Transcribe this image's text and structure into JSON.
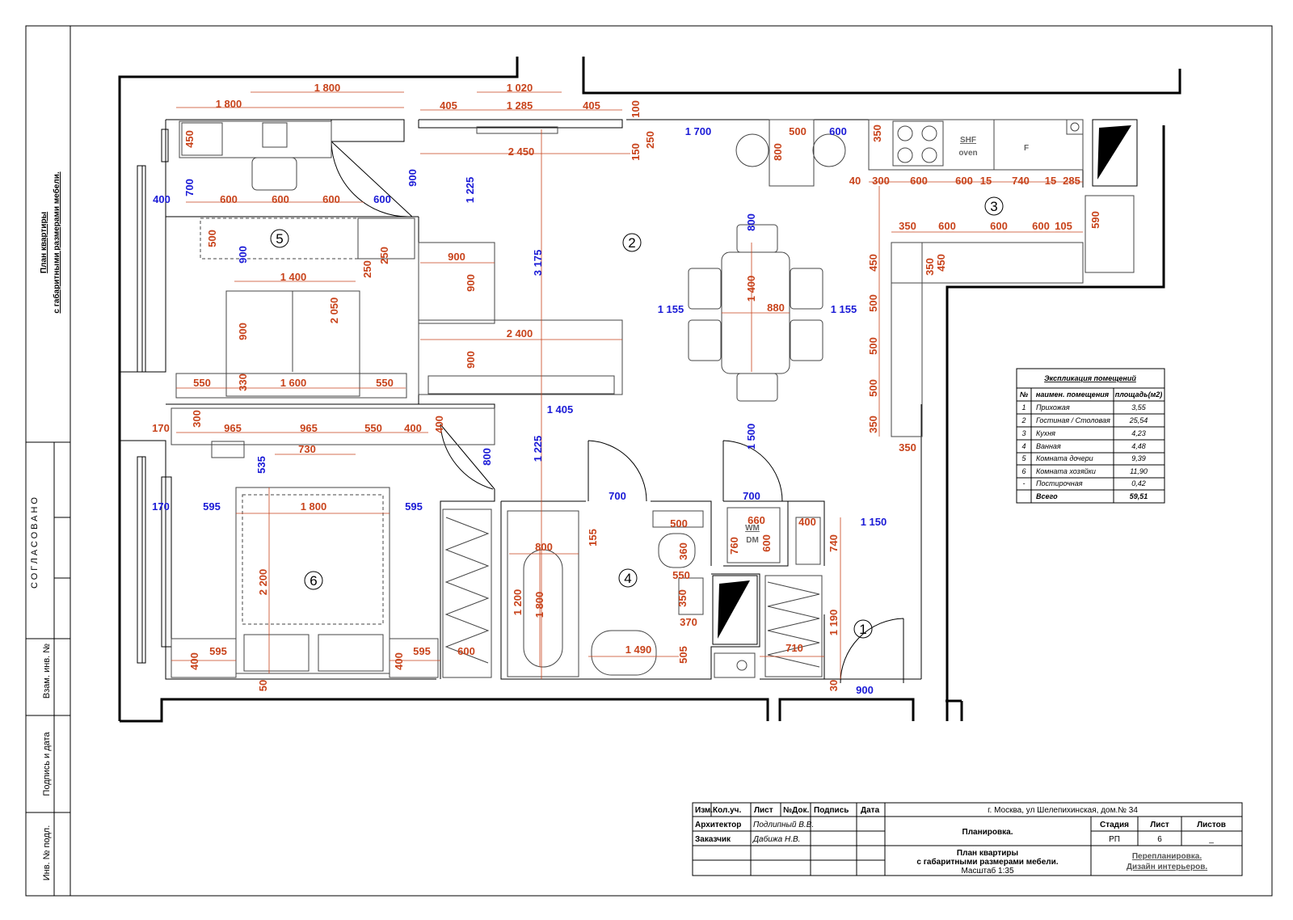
{
  "sheet": {
    "side_title": [
      "План квартиры",
      "с габаритными размерами мебели."
    ],
    "approval_label": "СОГЛАСОВАНО",
    "stamp_labels": [
      "Взам. инв. №",
      "Подпись и дата",
      "Инв. № подл."
    ]
  },
  "rooms": [
    {
      "num": "1"
    },
    {
      "num": "2"
    },
    {
      "num": "3"
    },
    {
      "num": "4"
    },
    {
      "num": "5"
    },
    {
      "num": "6"
    }
  ],
  "appliances": {
    "hob": "SHF",
    "oven": "oven",
    "fridge": "F",
    "washer": "WM",
    "dryer": "DM"
  },
  "dims_red": [
    "1 800",
    "1 800",
    "1 020",
    "405",
    "1 285",
    "405",
    "100",
    "2 450",
    "150",
    "250",
    "450",
    "700",
    "600",
    "600",
    "600",
    "500",
    "900",
    "250",
    "250",
    "1 400",
    "2 050",
    "900",
    "900",
    "1 225",
    "3 175",
    "900",
    "900",
    "2 400",
    "900",
    "550",
    "330",
    "1 600",
    "550",
    "500",
    "800",
    "350",
    "300",
    "600",
    "600",
    "15",
    "740",
    "15",
    "285",
    "40",
    "350",
    "600",
    "600",
    "600",
    "105",
    "590",
    "450",
    "350",
    "450",
    "500",
    "500",
    "500",
    "350",
    "350",
    "1 400",
    "880",
    "800",
    "170",
    "300",
    "965",
    "965",
    "550",
    "400",
    "400",
    "730",
    "535",
    "800",
    "1 225",
    "1 800",
    "2 200",
    "595",
    "595",
    "600",
    "400",
    "400",
    "50",
    "800",
    "155",
    "1 200",
    "1 800",
    "1 490",
    "505",
    "500",
    "360",
    "550",
    "350",
    "370",
    "660",
    "760",
    "600",
    "400",
    "740",
    "1 190",
    "710",
    "30"
  ],
  "dims_blue": [
    "1 700",
    "600",
    "400",
    "600",
    "1 155",
    "1 155",
    "1 405",
    "1 500",
    "170",
    "595",
    "595",
    "700",
    "700",
    "1 150",
    "900"
  ],
  "explication": {
    "title": "Экспликация помещений",
    "headers": [
      "№",
      "наимен. помещения",
      "площадь(м2)"
    ],
    "rows": [
      {
        "n": "1",
        "name": "Прихожая",
        "area": "3,55"
      },
      {
        "n": "2",
        "name": "Гостиная / Столовая",
        "area": "25,54"
      },
      {
        "n": "3",
        "name": "Кухня",
        "area": "4,23"
      },
      {
        "n": "4",
        "name": "Ванная",
        "area": "4,48"
      },
      {
        "n": "5",
        "name": "Комната дочери",
        "area": "9,39"
      },
      {
        "n": "6",
        "name": "Комната хозяйки",
        "area": "11,90"
      },
      {
        "n": "-",
        "name": "Постирочная",
        "area": "0,42"
      }
    ],
    "total_label": "Всего",
    "total": "59,51"
  },
  "title_block": {
    "headers": [
      "Изм.",
      "Кол.уч.",
      "Лист",
      "№Док.",
      "Подпись",
      "Дата"
    ],
    "address": "г. Москва, ул Шелепихинская, дом.№ 34",
    "architect_label": "Архитектор",
    "architect": "Подлипный В.В.",
    "client_label": "Заказчик",
    "client": "Дабижа Н.В.",
    "section": "Планировка.",
    "stage_label": "Стадия",
    "sheet_label": "Лист",
    "sheets_label": "Листов",
    "stage": "РП",
    "sheet": "6",
    "sheets": "_",
    "drawing_title": [
      "План квартиры",
      "с габаритными размерами мебели."
    ],
    "scale": "Масштаб 1:35",
    "company": [
      "Перепланировка.",
      "Дизайн интерьеров."
    ]
  }
}
